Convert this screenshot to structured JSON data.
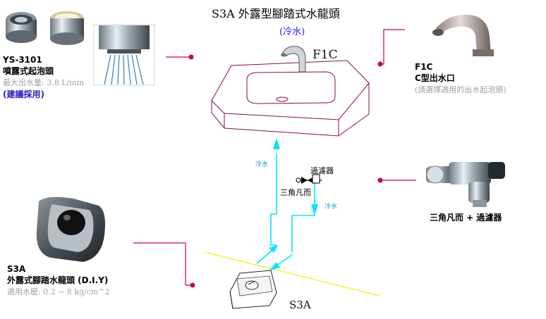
{
  "header": {
    "title": "S3A  外露型腳踏式水龍頭",
    "subtitle": "(冷水)"
  },
  "diagram": {
    "faucet_label": "F1C",
    "pedal_label": "S3A",
    "cold_water_label": "冷水",
    "filter_label": "過濾器",
    "valve_label": "三角凡而"
  },
  "aerator": {
    "model": "YS-3101",
    "name": "噴露式起泡頭",
    "max_flow": "最大出水量: 3.8 L/min",
    "recommend": "(建議採用)"
  },
  "spout": {
    "model": "F1C",
    "name": "C型出水口",
    "note": "(請選擇適用的出水起泡頭)"
  },
  "valve_filter": {
    "label": "三角凡而 + 過濾器"
  },
  "pedal": {
    "model": "S3A",
    "name": "外露式腳踏水龍頭 (D.I.Y)",
    "pressure": "適用水壓: 0.2 ~ 8 kg/cm^2"
  },
  "colors": {
    "pipe": "#00e5ff",
    "leader": "#cc0044",
    "sink_outline": "#8a1030",
    "floor_line": "#f2f200",
    "accent_blue": "#2a20c8"
  }
}
